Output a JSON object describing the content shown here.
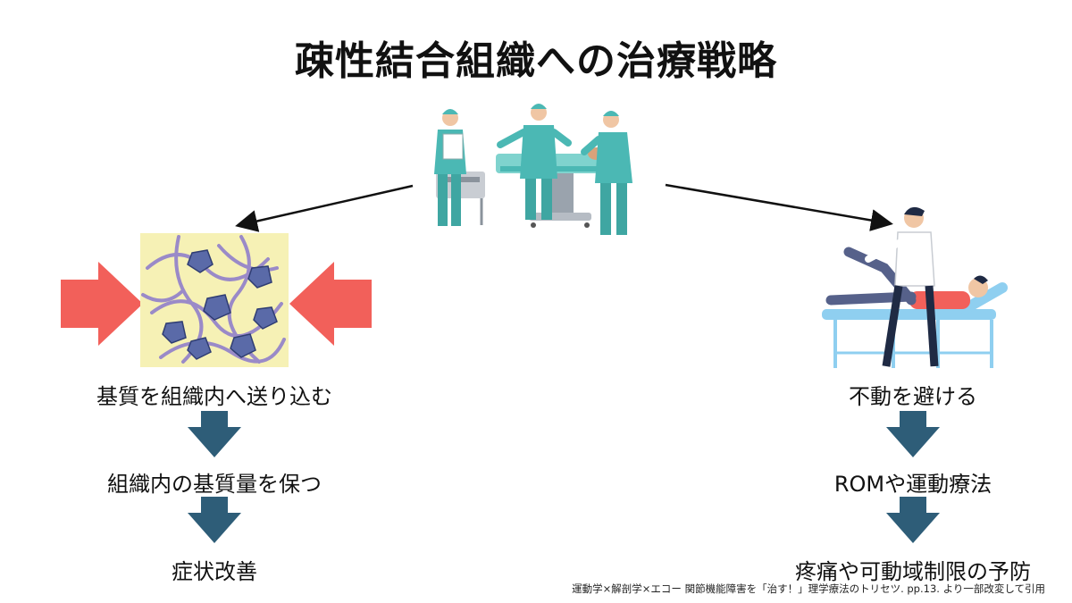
{
  "title": "疎性結合組織への治療戦略",
  "left_flow": [
    "基質を組織内へ送り込む",
    "組織内の基質量を保つ",
    "症状改善"
  ],
  "right_flow": [
    "不動を避ける",
    "ROMや運動療法",
    "疼痛や可動域制限の予防"
  ],
  "citation": "運動学×解剖学×エコー 関節機能障害を「治す！」理学療法のトリセツ. pp.13. より一部改変して引用",
  "colors": {
    "down_arrow": "#2e5d78",
    "compress_arrow": "#f2605a",
    "tissue_bg": "#f6f1b5",
    "cell": "#5a6aa8",
    "fiber": "#9a8ac8",
    "scrubs": "#4bb8b4"
  },
  "icons": [
    "surgery-team-illustration",
    "physiotherapy-leg-raise-illustration",
    "loose-connective-tissue-illustration"
  ]
}
